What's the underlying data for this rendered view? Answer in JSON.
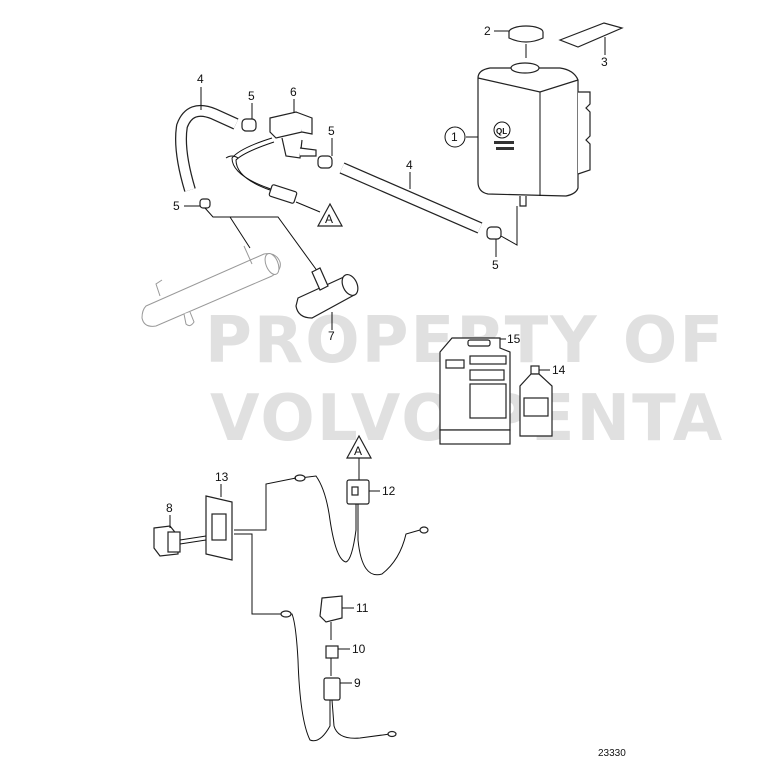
{
  "diagram": {
    "drawing_number": "23330",
    "watermark": {
      "line1": "PROPERTY OF",
      "line2": "VOLVO PENTA"
    },
    "callouts": [
      {
        "id": "1",
        "part": "reservoir-tank",
        "circled": true
      },
      {
        "id": "2",
        "part": "filler-cap"
      },
      {
        "id": "3",
        "part": "label-decal"
      },
      {
        "id": "4",
        "part": "hose"
      },
      {
        "id": "5",
        "part": "hose-clamp"
      },
      {
        "id": "6",
        "part": "valve"
      },
      {
        "id": "7",
        "part": "t-connector"
      },
      {
        "id": "8",
        "part": "switch"
      },
      {
        "id": "9",
        "part": "connector"
      },
      {
        "id": "10",
        "part": "fuse"
      },
      {
        "id": "11",
        "part": "fuse-holder"
      },
      {
        "id": "12",
        "part": "connector-harness"
      },
      {
        "id": "13",
        "part": "switch-panel"
      },
      {
        "id": "14",
        "part": "bottle"
      },
      {
        "id": "15",
        "part": "canister"
      }
    ],
    "reference_marker": "A"
  }
}
